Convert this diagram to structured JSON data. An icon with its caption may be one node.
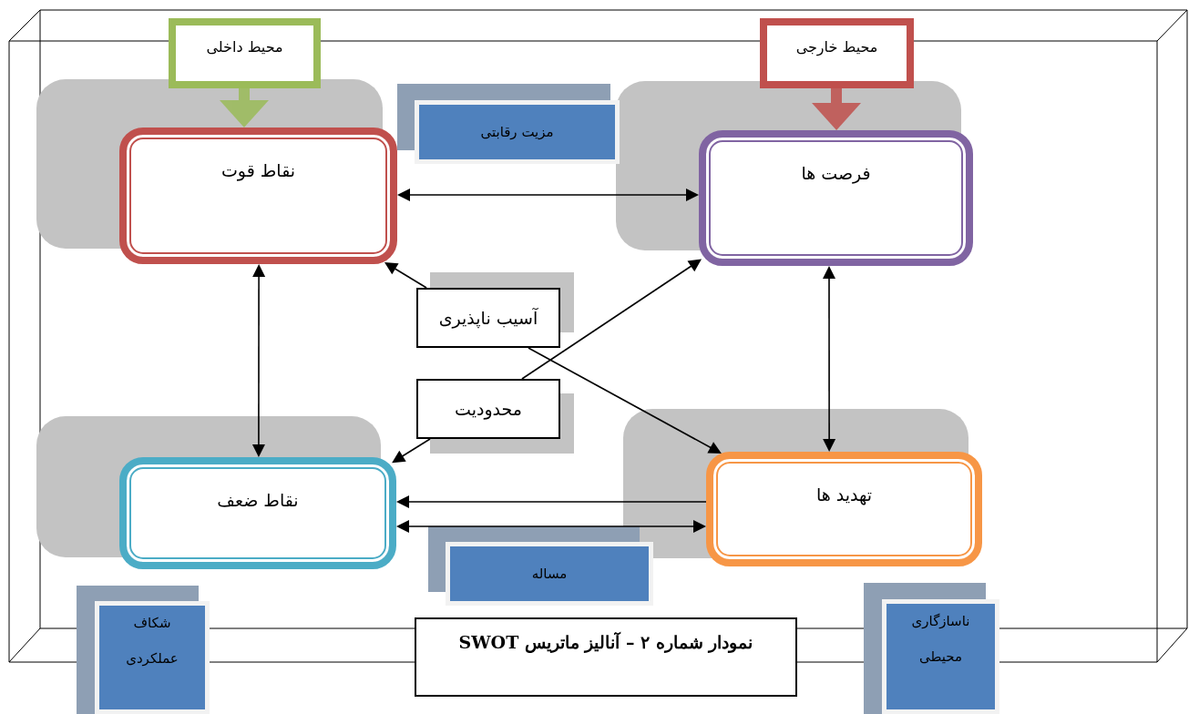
{
  "diagram": {
    "caption": "نمودار شماره ۲ – آنالیز ماتریس SWOT",
    "nodes": [
      {
        "text": [
          "محیط داخلی"
        ]
      },
      {
        "text": [
          "محیط خارجی"
        ]
      },
      {
        "text": [
          "نقاط قوت"
        ]
      },
      {
        "text": [
          "فرصت ها"
        ]
      },
      {
        "text": [
          "مزیت رقابتی"
        ]
      },
      {
        "text": [
          "آسیب ناپذیری"
        ]
      },
      {
        "text": [
          "محدودیت"
        ]
      },
      {
        "text": [
          "نقاط ضعف"
        ]
      },
      {
        "text": [
          "تهدید ها"
        ]
      },
      {
        "text": [
          "مساله"
        ]
      },
      {
        "text": [
          "شکاف عملکردی"
        ]
      },
      {
        "text": [
          "ناسازگاری محیطی"
        ]
      }
    ],
    "edges": [
      {
        "from": 0,
        "to": 2,
        "arrow": "to",
        "style": "thick",
        "color": "#9bbb59"
      },
      {
        "from": 1,
        "to": 3,
        "arrow": "to",
        "style": "thick",
        "color": "#c0504d"
      },
      {
        "from": 2,
        "to": 3,
        "arrow": "both"
      },
      {
        "from": 2,
        "to": 7,
        "arrow": "both"
      },
      {
        "from": 3,
        "to": 8,
        "arrow": "both"
      },
      {
        "from": 5,
        "to": 2,
        "arrow": "to"
      },
      {
        "from": 5,
        "to": 8,
        "arrow": "to"
      },
      {
        "from": 6,
        "to": 3,
        "arrow": "to"
      },
      {
        "from": 6,
        "to": 7,
        "arrow": "to"
      },
      {
        "from": 7,
        "to": 8,
        "arrow": "both"
      },
      {
        "from": 8,
        "to": 7,
        "arrow": "to"
      }
    ]
  }
}
